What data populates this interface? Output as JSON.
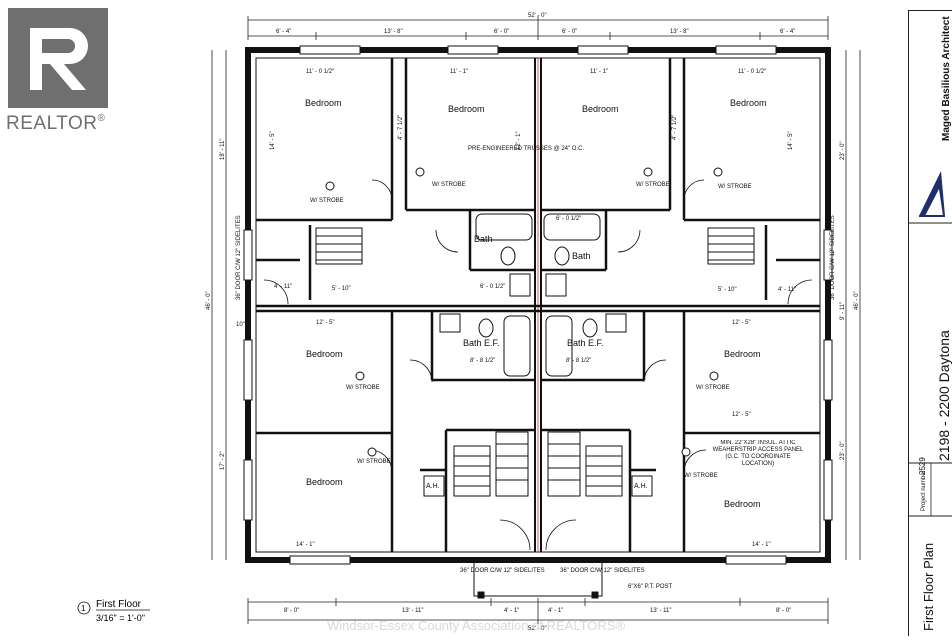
{
  "watermark": {
    "realtor": "REALTOR",
    "reg": "®"
  },
  "footer": "Windsor-Essex County Association of REALTORS®",
  "title_block": {
    "architect": "Maged Basilious Architect",
    "project": "2198 - 2200 Daytona",
    "project_number_label": "Project number",
    "project_number": "2529",
    "sheet": "First Floor Plan"
  },
  "drawing": {
    "overall_width": "52' - 0\"",
    "overall_depth": "46' - 0\"",
    "top_dims": [
      "6' - 4\"",
      "13' - 8\"",
      "6' - 0\"",
      "6' - 0\"",
      "13' - 8\"",
      "6' - 4\""
    ],
    "bottom_dims": [
      "8' - 0\"",
      "13' - 11\"",
      "4' - 1\"",
      "4' - 1\"",
      "13' - 11\"",
      "8' - 0\""
    ],
    "left_dims": [
      "18' - 11\"",
      "10\"",
      "17' - 2\""
    ],
    "right_dims": [
      "23' - 0\"",
      "9' - 11\"",
      "23' - 0\""
    ],
    "rooms": [
      "Bedroom",
      "Bedroom",
      "Bedroom",
      "Bedroom",
      "Bedroom",
      "Bedroom",
      "Bedroom",
      "Bedroom",
      "Bath",
      "Bath",
      "Bath E.F.",
      "Bath E.F.",
      "A.H.",
      "A.H."
    ],
    "notes": {
      "trusses": "PRE-ENGINEERED TRUSSES @ 24\" O.C.",
      "strobe": "W/ STROBE",
      "door_left": "36\" DOOR C/W 12\" SIDELITES",
      "door_right": "36\" DOOR C/W 12\" SIDELITES",
      "attic": "MIN. 22\"X28\" INSUL. ATTIC WEAHERSTRIP ACCESS PANEL (G.C. TO COORDINATE LOCATION)",
      "post": "6\"X6\" P.T. POST",
      "side_door_left": "36\" DOOR C/W 12\" SIDELITES",
      "side_door_right": "36\" DOOR C/W 12\" SIDELITES"
    },
    "room_dims": {
      "tl_bed_w": "11' - 0 1/2\"",
      "tl_bed2_w": "11' - 1\"",
      "tr_bed2_w": "11' - 1\"",
      "tr_bed_w": "11' - 0 1/2\"",
      "bed_h": "14' - 5\"",
      "bed2_h": "12' - 1\"",
      "ml_bed_w": "12' - 5\"",
      "mr_bed_w": "12' - 5\"",
      "bl_bed_w": "14' - 1\"",
      "br_bed_w": "14' - 1\"",
      "closet": "4' - 7 1/2\"",
      "bath_w": "6' - 0 1/2\"",
      "bath_ef": "8' - 8 1/2\"",
      "entry": "5' - 10\"",
      "stairs": "4' - 11\""
    }
  },
  "caption": {
    "number": "1",
    "title": "First Floor",
    "scale": "3/16\" = 1'-0\""
  }
}
